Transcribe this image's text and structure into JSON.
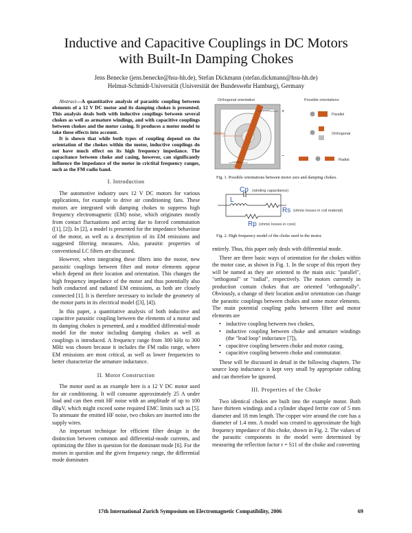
{
  "title_line1": "Inductive and Capacitive Couplings in DC Motors",
  "title_line2": "with Built-In Damping Chokes",
  "authors": "Jens Benecke (jens.benecke@hsu-hh.de), Stefan Dickmann (stefan.dickmann@hsu-hh.de)",
  "affiliation": "Helmut-Schmidt-Universität (Universität der Bundeswehr Hamburg), Germany",
  "abstract_label": "Abstract",
  "abstract_p1": "—A quantitative analysis of parasitic coupling between elements of a 12 V DC motor and its damping chokes is presented. This analysis deals both with inductive couplings between several chokes as well as armature windings, and with capacitive couplings between chokes and the motor casing. It produces a motor model to take these effects into account.",
  "abstract_p2": "It is shown that while both types of coupling depend on the orientation of the chokes within the motor, inductive couplings do not have much effect on its high frequency impedance. The capacitance between choke and casing, however, can significantly influence the impedance of the motor in crictital frequency ranges, such as the FM radio band.",
  "sec1": "I. Introduction",
  "intro_p1": "The automotive industry uses 12 V DC motors for various applications, for example to drive air conditioning fans. These motors are integrated with damping chokes to suppress high frequency electromagnetic (EM) noise, which originates mostly from contact fluctuations and arcing due to forced commutation ([1], [2]). In [2], a model is presented for the impedance behaviour of the motor, as well as a description of its EM emissions and suggested filtering measures. Also, parasitic properties of conventional LC filters are discussed.",
  "intro_p2": "However, when integrating these filters into the motor, new parasitic couplings between filter and motor elements appear which depend on their location and orientation. This changes the high frequency impedance of the motor and thus potentially also both conducted and radiated EM emissions, as both are closely connected [1]. It is therefore necessary to include the geometry of the motor parts in its electrical model ([3], [4]).",
  "intro_p3": "In this paper, a quantitative analysis of both inductive and capacitive parasitic coupling between the elements of a motor and its damping chokes is presented, and a modified differential-mode model for the motor including damping chokes as well as couplings is introduced. A frequency range from 300 kHz to 300 MHz was chosen because it includes the FM radio range, where EM emissions are most critical, as well as lower frequencies to better characterize the armature inductance.",
  "sec2": "II. Motor Construction",
  "mc_p1": "The motor used as an example here is a 12 V DC motor used for air conditioning. It will consume approximately 25 A under load and can then emit HF noise with an amplitude of up to 100 dBμV, which might exceed some required EMC limits such as [5]. To attenuate the emitted HF noise, two chokes are inserted into the supply wires.",
  "mc_p2": "An important technique for efficient filter design is the distinction between common and differential-mode currents, and optimizing the filter in question for the dominant mode [6]. For the motors in question and the given frequency range, the differential mode dominates",
  "fig1": {
    "label_orth": "Orthogonal orientation",
    "label_possible": "Possible orientations",
    "label_chokes": "chokes",
    "label_axis": "axis",
    "label_plus": "+",
    "label_minus": "−",
    "label_parallel": "Parallel",
    "label_orthogonal": "Orthogonal",
    "label_radial": "Radial",
    "caption": "Fig. 1.   Possible orientations between motor axis and damping chokes."
  },
  "fig2": {
    "cp": "Cp",
    "cp_desc": "(winding capacitance)",
    "l": "L",
    "rs": "Rs",
    "rs_desc": "(ohmic losses in coil material)",
    "rp": "Rp",
    "rp_desc": "(ohmic losses in core)",
    "caption": "Fig. 2.   High frequency model of the choke used in the motor."
  },
  "r_p1": "entirely. Thus, this paper only deals with differential mode.",
  "r_p2": "There are three basic ways of orientation for the chokes within the motor case, as shown in Fig. 1. In the scope of this report they will be named as they are oriented to the main axis: \"parallel\", \"orthogonal\" or \"radial\", respectively. The motors currently in production contain chokes that are oriented \"orthogonally\". Obviously, a change of their location and/or orientation can change the parasitic couplings between chokes and some motor elements. The main potential coupling paths between filter and motor elements are",
  "bullets": [
    "inductive coupling between two chokes,",
    "inductive coupling between choke and armature windings (the \"lead loop\" inductance [7]),",
    "capacitive coupling between choke and motor casing,",
    "capacitive coupling between choke and commutator."
  ],
  "r_p3": "These will be discussed in detail in the following chapters. The source loop inductance is kept very small by appropriate cabling and can therefore be ignored.",
  "sec3": "III. Properties of the Choke",
  "r_p4": "Two identical chokes are built into the example motor. Both have thirteen windings and a cylinder shaped ferrite core of 5 mm diameter and 18 mm length. The copper wire around the core has a diameter of 1.4 mm. A model was created to approximate the high frequency impedance of this choke, shown in Fig. 2. The values of the parasitic components in the model were determined by measuring the reflection factor r = S11 of the choke and converting",
  "footer_conf": "17th International Zurich Symposium on Electromagnetic Compatibility, 2006",
  "footer_page": "69",
  "colors": {
    "accent": "#c85a1e",
    "cp_color": "#2a55a8",
    "grey": "#9a9a9a"
  }
}
